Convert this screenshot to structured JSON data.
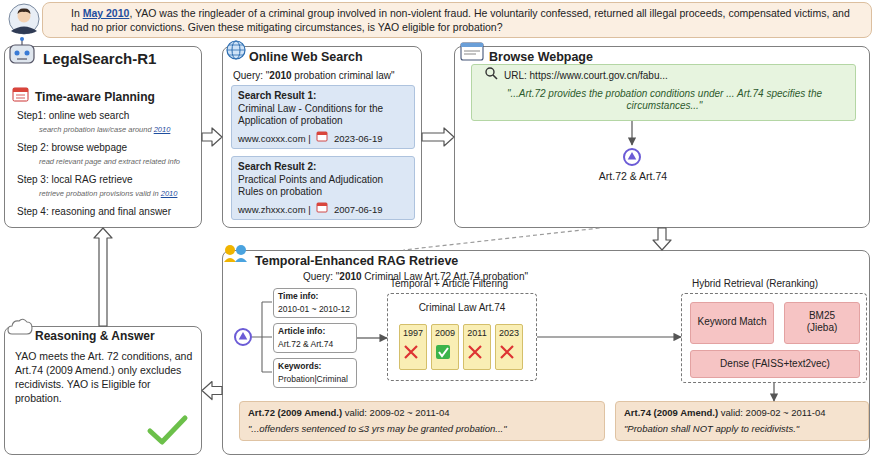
{
  "diagram": {
    "nodes": [
      {
        "text": [
          "In May 2010, YAO was the ringleader of a criminal group involved in non-violent fraud. He voluntarily confessed, returned all illegal proceeds, compensated victims, and had no prior convictions. Given these mitigating circumstances, is YAO eligible for probation?"
        ]
      },
      {
        "text": [
          "LegalSearch-R1",
          "Time-aware Planning",
          "Step1: online web search",
          "search probation law/case around 2010",
          "Step 2: browse webpage",
          "read relevant page and extract related info",
          "Step 3: local RAG retrieve",
          "retrieve probation provisions valid in 2010",
          "Step 4: reasoning and final answer"
        ]
      },
      {
        "text": [
          "Online Web Search",
          "Query: \"2010 probation criminal law\""
        ]
      },
      {
        "text": [
          "Search Result 1:",
          "Criminal Law - Conditions for the Application of probation",
          "www.coxxx.com |",
          "2023-06-19"
        ],
        "in": 2
      },
      {
        "text": [
          "Search Result 2:",
          "Practical Points and Adjudication Rules on probation",
          "www.zhxxx.com |",
          "2007-06-19"
        ],
        "in": 2
      },
      {
        "text": [
          "Browse Webpage",
          "Art.72 & Art.74"
        ]
      },
      {
        "text": [
          "URL: https://www.court.gov.cn/fabu...",
          "\"...Art.72 provides the probation conditions under ... Art.74 specifies the circumstances...\""
        ],
        "in": 5
      },
      {
        "text": [
          "Temporal-Enhanced RAG Retrieve",
          "Query: \"2010 Criminal Law Art.72 Art.74 probation\""
        ]
      },
      {
        "text": [
          "Time info:",
          "2010-01 ~ 2010-12"
        ],
        "in": 7
      },
      {
        "text": [
          "Article info:",
          "Art.72 & Art.74"
        ],
        "in": 7
      },
      {
        "text": [
          "Keywords:",
          "Probation|Criminal"
        ],
        "in": 7
      },
      {
        "text": [
          "Temporal + Article Filtering",
          "Criminal Law Art.74"
        ],
        "in": 7
      },
      {
        "text": [
          "1997"
        ],
        "in": 11
      },
      {
        "text": [
          "2009"
        ],
        "in": 11
      },
      {
        "text": [
          "2011"
        ],
        "in": 11
      },
      {
        "text": [
          "2023"
        ],
        "in": 11
      },
      {
        "text": [
          "Hybrid Retrieval (Reranking)"
        ],
        "in": 7
      },
      {
        "text": [
          "Keyword Match"
        ],
        "in": 16
      },
      {
        "text": [
          "BM25 (Jieba)"
        ],
        "in": 16
      },
      {
        "text": [
          "Dense (FAISS+text2vec)"
        ],
        "in": 16
      },
      {
        "text": [
          "Art.72 (2009 Amend.) valid: 2009-02 ~ 2011-04",
          "\"...offenders sentenced to ≤3 yrs may be granted probation...\""
        ],
        "in": 7
      },
      {
        "text": [
          "Art.74 (2009 Amend.) valid: 2009-02 ~ 2011-04",
          "\"Probation shall NOT apply to recidivists.\""
        ],
        "in": 7
      },
      {
        "text": [
          "Reasoning & Answer",
          "YAO meets the Art. 72 conditions, and Art.74 (2009 Amend.) only excludes recidivists. YAO is Eligible for probation."
        ]
      }
    ],
    "edges": [
      {
        "from": 1,
        "to": 2,
        "arrow": "to"
      },
      {
        "from": 2,
        "to": 5,
        "arrow": "to"
      },
      {
        "from": 5,
        "to": 7,
        "arrow": "to"
      },
      {
        "from": 5,
        "to": 7,
        "arrow": "none"
      },
      {
        "from": 7,
        "to": 22,
        "arrow": "to"
      },
      {
        "from": 22,
        "to": 1,
        "arrow": "to"
      },
      {
        "from": 9,
        "to": 11,
        "arrow": "to"
      },
      {
        "from": 11,
        "to": 16,
        "arrow": "to"
      },
      {
        "from": 16,
        "to": 21,
        "arrow": "to"
      }
    ]
  }
}
